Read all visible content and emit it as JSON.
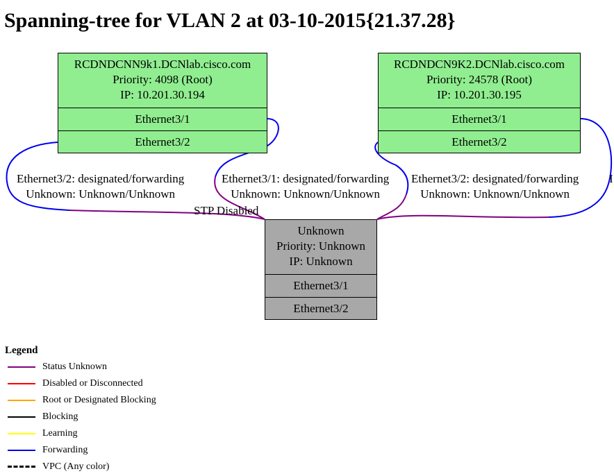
{
  "title": "Spanning-tree for VLAN 2 at 03-10-2015{21.37.28}",
  "nodes": {
    "switch1": {
      "hostname": "RCDNDCNN9k1.DCNlab.cisco.com",
      "priority": "Priority: 4098 (Root)",
      "ip": "IP: 10.201.30.194",
      "ports": [
        "Ethernet3/1",
        "Ethernet3/2"
      ]
    },
    "switch2": {
      "hostname": "RCDNDCN9K2.DCNlab.cisco.com",
      "priority": "Priority: 24578 (Root)",
      "ip": "IP: 10.201.30.195",
      "ports": [
        "Ethernet3/1",
        "Ethernet3/2"
      ]
    },
    "unknown": {
      "hostname": "Unknown",
      "priority": "Priority: Unknown",
      "ip": "IP: Unknown",
      "ports": [
        "Ethernet3/1",
        "Ethernet3/2"
      ]
    }
  },
  "edge_labels": {
    "e1": {
      "line1": "Ethernet3/2: designated/forwarding",
      "line2": "Unknown: Unknown/Unknown"
    },
    "e2": {
      "line1": "Ethernet3/1: designated/forwarding",
      "line2": "Unknown: Unknown/Unknown"
    },
    "e3": {
      "line1": "Ethernet3/2: designated/forwarding",
      "line2": "Unknown: Unknown/Unknown"
    },
    "stp_disabled": "STP Disabled",
    "truncated": "I"
  },
  "colors": {
    "forwarding": "#0000ee",
    "unknown": "#800080",
    "disabled": "#ff0000",
    "root_blocking": "#ffa500",
    "blocking": "#000000",
    "learning": "#ffff00",
    "node_green": "#90ee90",
    "node_grey": "#a8a8a8"
  },
  "legend": {
    "title": "Legend",
    "items": [
      {
        "label": "Status Unknown",
        "color": "#800080",
        "style": "solid"
      },
      {
        "label": "Disabled or Disconnected",
        "color": "#ff0000",
        "style": "solid"
      },
      {
        "label": "Root or Designated Blocking",
        "color": "#ffa500",
        "style": "solid"
      },
      {
        "label": "Blocking",
        "color": "#000000",
        "style": "solid"
      },
      {
        "label": "Learning",
        "color": "#ffff00",
        "style": "solid"
      },
      {
        "label": "Forwarding",
        "color": "#0000ee",
        "style": "solid"
      },
      {
        "label": "VPC (Any color)",
        "color": "#000000",
        "style": "dashed"
      }
    ]
  }
}
